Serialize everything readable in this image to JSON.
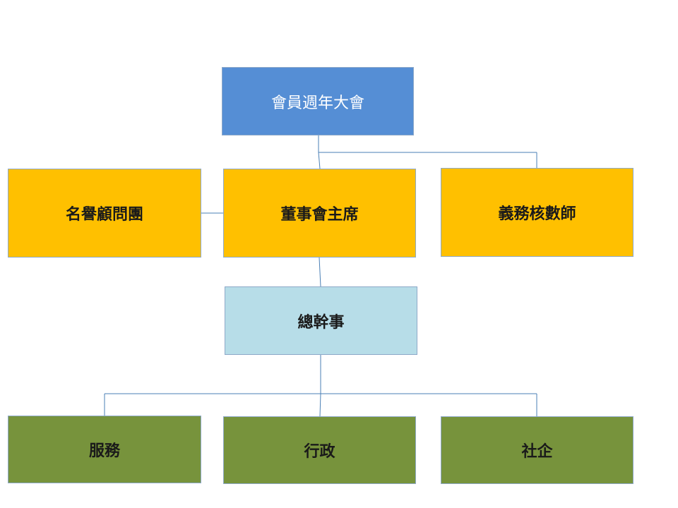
{
  "org_chart": {
    "nodes": {
      "general_meeting": "會員週年大會",
      "honorary_advisors": "名譽顧問團",
      "board_chairman": "董事會主席",
      "honorary_auditor": "義務核數師",
      "general_secretary": "總幹事",
      "services": "服務",
      "administration": "行政",
      "social_enterprise": "社企"
    },
    "colors": {
      "top": "#558ed5",
      "second_level": "#ffc000",
      "secretary": "#b7dde8",
      "departments": "#77933c",
      "connector": "#4a7fb5"
    }
  }
}
